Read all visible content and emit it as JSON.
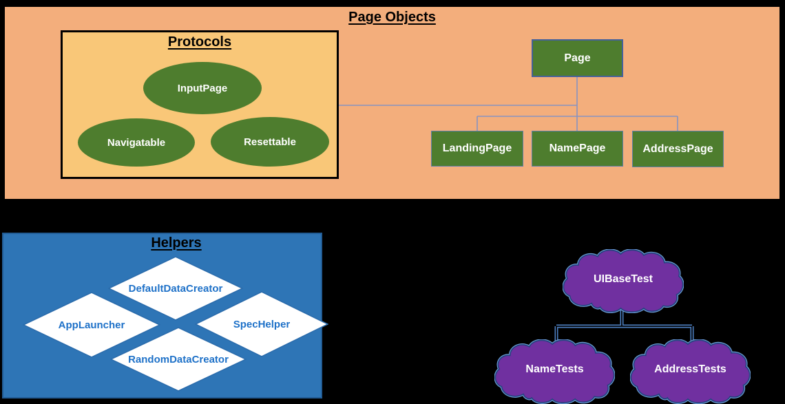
{
  "colors": {
    "background": "#000000",
    "page_objects_panel": "#F3AE7C",
    "protocols_box": "#F9C778",
    "node_green": "#4E7D2E",
    "connector_slate": "#8693C1",
    "helpers_panel": "#2E75B6",
    "diamond_text_blue": "#1E71C8",
    "cloud_purple": "#7030A0",
    "cloud_connector_blue": "#4D7FC0"
  },
  "page_objects": {
    "title": "Page Objects",
    "protocols": {
      "title": "Protocols",
      "items": [
        {
          "label": "InputPage"
        },
        {
          "label": "Navigatable"
        },
        {
          "label": "Resettable"
        }
      ]
    },
    "hierarchy": {
      "root": {
        "label": "Page"
      },
      "children": [
        {
          "label": "LandingPage"
        },
        {
          "label": "NamePage"
        },
        {
          "label": "AddressPage"
        }
      ]
    }
  },
  "helpers": {
    "title": "Helpers",
    "items": [
      {
        "label": "DefaultDataCreator"
      },
      {
        "label": "AppLauncher"
      },
      {
        "label": "SpecHelper"
      },
      {
        "label": "RandomDataCreator"
      }
    ]
  },
  "tests": {
    "root": {
      "label": "UIBaseTest"
    },
    "children": [
      {
        "label": "NameTests"
      },
      {
        "label": "AddressTests"
      }
    ]
  }
}
